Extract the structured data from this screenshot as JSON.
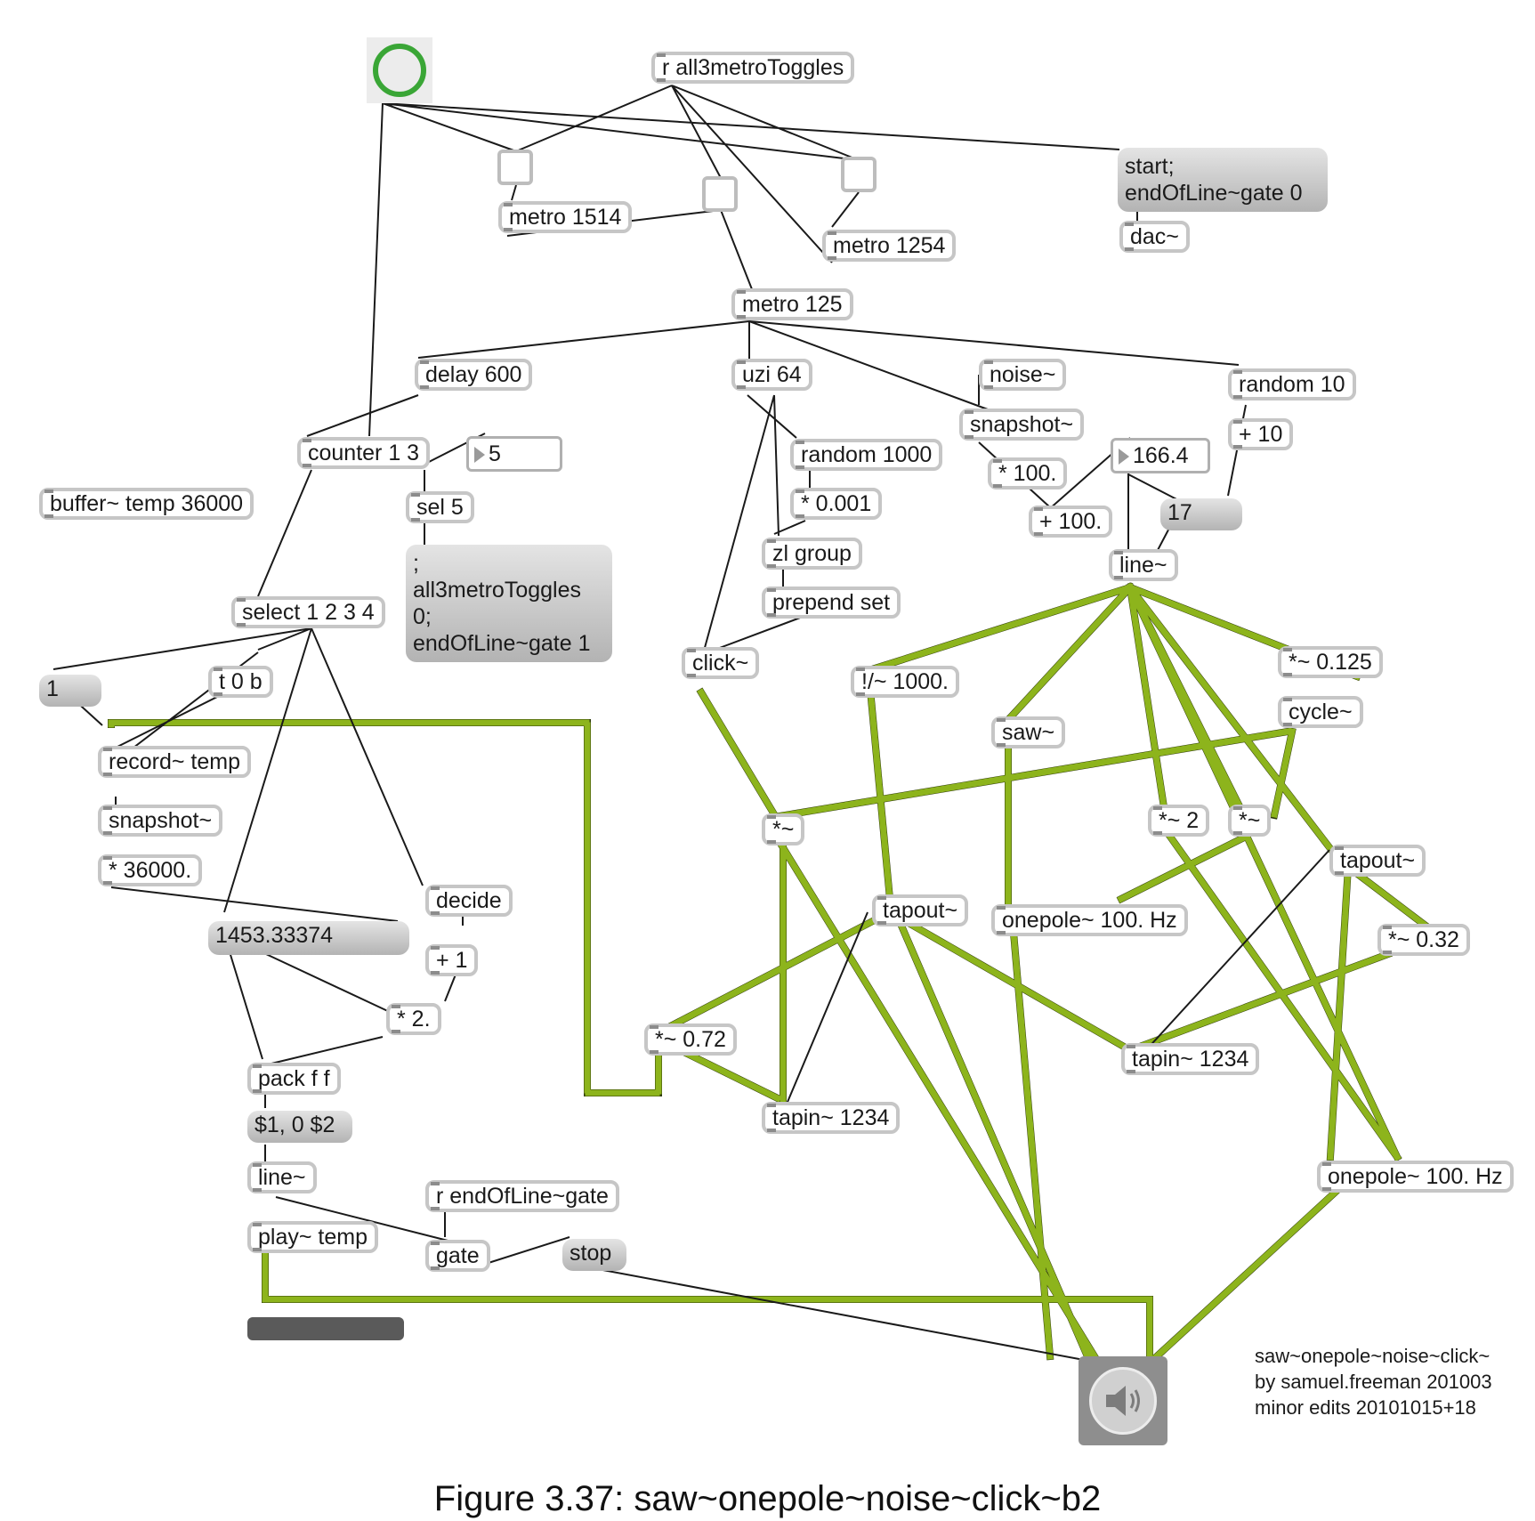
{
  "patch": {
    "objects": [
      {
        "id": "r-all3metro",
        "text": "r all3metroToggles"
      },
      {
        "id": "metro-1514",
        "text": "metro 1514"
      },
      {
        "id": "metro-1254",
        "text": "metro 1254"
      },
      {
        "id": "dac",
        "text": "dac~"
      },
      {
        "id": "metro-125",
        "text": "metro 125"
      },
      {
        "id": "delay-600",
        "text": "delay 600"
      },
      {
        "id": "uzi-64",
        "text": "uzi 64"
      },
      {
        "id": "noise",
        "text": "noise~"
      },
      {
        "id": "random-10",
        "text": "random 10"
      },
      {
        "id": "snapshot-top",
        "text": "snapshot~"
      },
      {
        "id": "plus-10",
        "text": "+ 10"
      },
      {
        "id": "counter",
        "text": "counter 1 3"
      },
      {
        "id": "random-1000",
        "text": "random 1000"
      },
      {
        "id": "times-100",
        "text": "* 100."
      },
      {
        "id": "buffer",
        "text": "buffer~ temp 36000"
      },
      {
        "id": "sel-5",
        "text": "sel 5"
      },
      {
        "id": "times-0001",
        "text": "* 0.001"
      },
      {
        "id": "plus-100",
        "text": "+ 100."
      },
      {
        "id": "zl-group",
        "text": "zl group"
      },
      {
        "id": "line-right",
        "text": "line~"
      },
      {
        "id": "prepend-set",
        "text": "prepend set"
      },
      {
        "id": "select-1234",
        "text": "select 1 2 3 4"
      },
      {
        "id": "click",
        "text": "click~"
      },
      {
        "id": "times-0125",
        "text": "*~ 0.125"
      },
      {
        "id": "t0b",
        "text": "t 0 b"
      },
      {
        "id": "div-1000",
        "text": "!/~ 1000."
      },
      {
        "id": "cycle",
        "text": "cycle~"
      },
      {
        "id": "saw",
        "text": "saw~"
      },
      {
        "id": "record",
        "text": "record~ temp"
      },
      {
        "id": "snapshot-left",
        "text": "snapshot~"
      },
      {
        "id": "times-sig-a",
        "text": "*~"
      },
      {
        "id": "times-2",
        "text": "*~ 2"
      },
      {
        "id": "times-sig-b",
        "text": "*~"
      },
      {
        "id": "times-36000",
        "text": "* 36000."
      },
      {
        "id": "tapout-right",
        "text": "tapout~"
      },
      {
        "id": "decide",
        "text": "decide"
      },
      {
        "id": "tapout-mid",
        "text": "tapout~"
      },
      {
        "id": "onepole-mid",
        "text": "onepole~ 100. Hz"
      },
      {
        "id": "times-032",
        "text": "*~ 0.32"
      },
      {
        "id": "plus-1",
        "text": "+ 1"
      },
      {
        "id": "times-2f",
        "text": "* 2."
      },
      {
        "id": "times-072",
        "text": "*~ 0.72"
      },
      {
        "id": "tapin-right",
        "text": "tapin~ 1234"
      },
      {
        "id": "pack",
        "text": "pack f f"
      },
      {
        "id": "tapin-mid",
        "text": "tapin~ 1234"
      },
      {
        "id": "line-left",
        "text": "line~"
      },
      {
        "id": "onepole-right",
        "text": "onepole~ 100. Hz"
      },
      {
        "id": "r-endofline",
        "text": "r endOfLine~gate"
      },
      {
        "id": "play",
        "text": "play~ temp"
      },
      {
        "id": "gate",
        "text": "gate"
      }
    ],
    "messages": [
      {
        "id": "msg-start",
        "text": "start;\nendOfLine~gate 0"
      },
      {
        "id": "msg-all3",
        "text": ";\nall3metroToggles\n0;\nendOfLine~gate 1"
      },
      {
        "id": "msg-17",
        "text": "17"
      },
      {
        "id": "msg-1",
        "text": "1"
      },
      {
        "id": "msg-1453",
        "text": "1453.33374"
      },
      {
        "id": "msg-pack",
        "text": "$1, 0 $2"
      },
      {
        "id": "msg-stop",
        "text": "stop"
      }
    ],
    "numbers": [
      {
        "id": "num-5",
        "text": "5"
      },
      {
        "id": "num-1664",
        "text": "166.4"
      }
    ],
    "comment": "saw~onepole~noise~click~\nby samuel.freeman 201003\nminor edits 20101015+18"
  },
  "caption": "Figure 3.37: saw~onepole~noise~click~b2",
  "colors": {
    "signal_wire": "#8db41c",
    "signal_wire_dark": "#2e3a0a",
    "control_wire": "#1a1a1a",
    "toggle_ring": "#3aa636",
    "box_border": "#c6c6c6",
    "message_fill": "#bcbcbc"
  },
  "icons": {
    "bang": "bang-circle-icon",
    "dac": "speaker-icon"
  }
}
